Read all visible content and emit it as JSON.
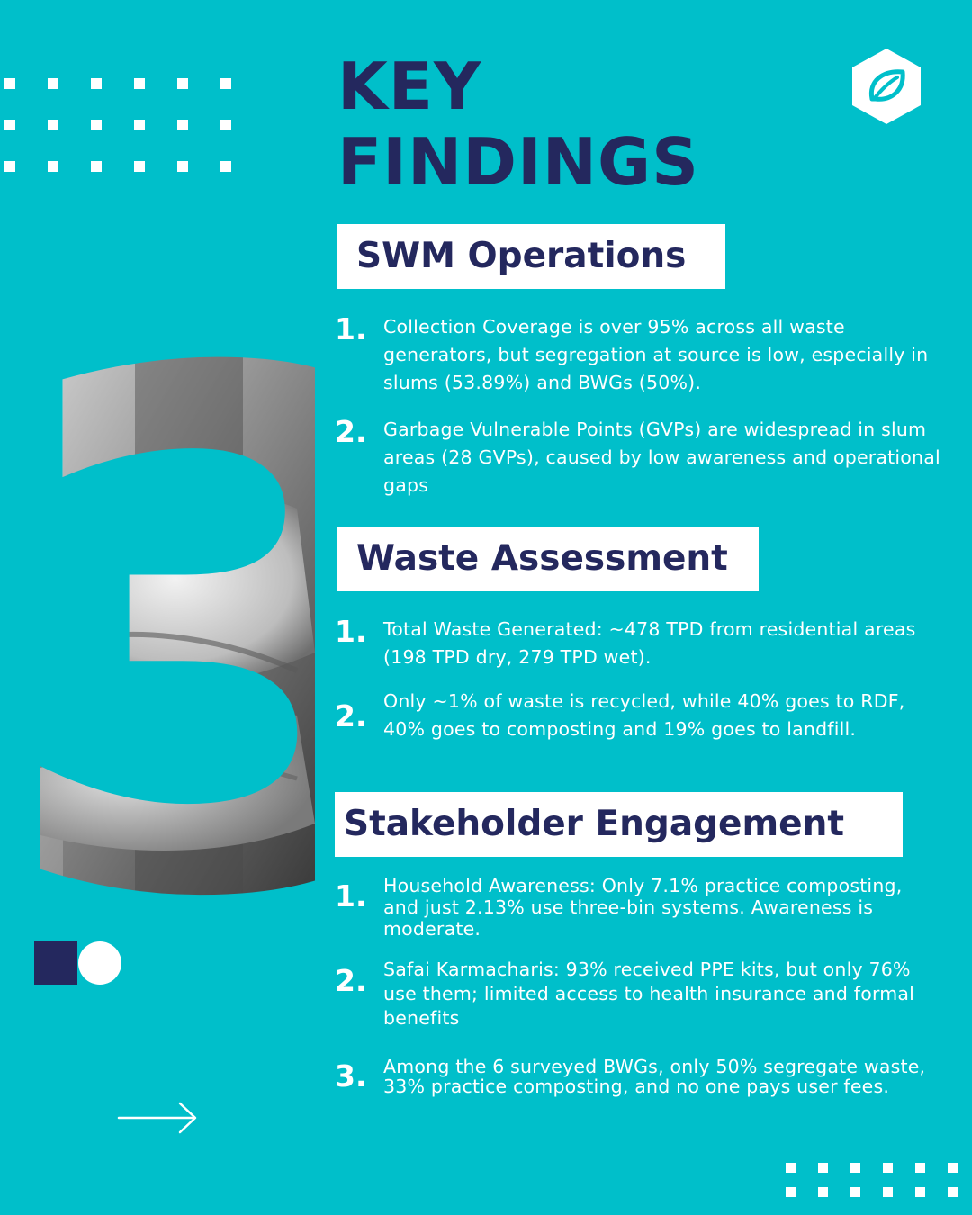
{
  "header": {
    "title_line1": "KEY",
    "title_line2": "FINDINGS",
    "big_number": "3"
  },
  "icons": {
    "logo": "leaf-hexagon-icon",
    "next": "arrow-right-icon"
  },
  "colors": {
    "background": "#00bfca",
    "navy": "#24285e",
    "white": "#ffffff"
  },
  "sections": [
    {
      "heading": "SWM Operations",
      "items": [
        {
          "number": "1.",
          "text": "Collection Coverage is over 95% across all waste generators, but segregation at source is low, especially in slums (53.89%) and BWGs (50%)."
        },
        {
          "number": "2.",
          "text": "Garbage Vulnerable Points (GVPs) are widespread in slum areas (28 GVPs), caused by low awareness and operational gaps"
        }
      ]
    },
    {
      "heading": "Waste Assessment",
      "items": [
        {
          "number": "1.",
          "text": "Total Waste Generated: ~478 TPD from residential areas (198 TPD dry, 279 TPD wet)."
        },
        {
          "number": "2.",
          "text": "Only ~1% of waste is recycled, while 40% goes to RDF, 40% goes to composting and 19% goes to landfill."
        }
      ]
    },
    {
      "heading": "Stakeholder Engagement",
      "items": [
        {
          "number": "1.",
          "text": "Household Awareness: Only 7.1% practice composting, and just 2.13% use three-bin systems. Awareness is moderate."
        },
        {
          "number": "2.",
          "text": "Safai Karmacharis: 93% received PPE kits, but only 76% use them; limited access to health insurance and formal benefits"
        },
        {
          "number": "3.",
          "text": "Among the 6 surveyed BWGs, only 50% segregate waste, 33% practice composting, and no one pays user fees."
        }
      ]
    }
  ]
}
